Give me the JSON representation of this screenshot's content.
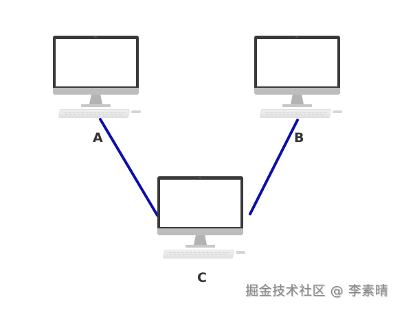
{
  "diagram": {
    "type": "network-topology",
    "line_color": "#0d0dab",
    "nodes": [
      {
        "id": "A",
        "label": "A",
        "kind": "desktop-computer"
      },
      {
        "id": "B",
        "label": "B",
        "kind": "desktop-computer"
      },
      {
        "id": "C",
        "label": "C",
        "kind": "desktop-computer"
      }
    ],
    "edges": [
      {
        "from": "A",
        "to": "C"
      },
      {
        "from": "B",
        "to": "C"
      }
    ]
  },
  "watermark": {
    "text": "掘金技术社区 @ 李素晴"
  }
}
